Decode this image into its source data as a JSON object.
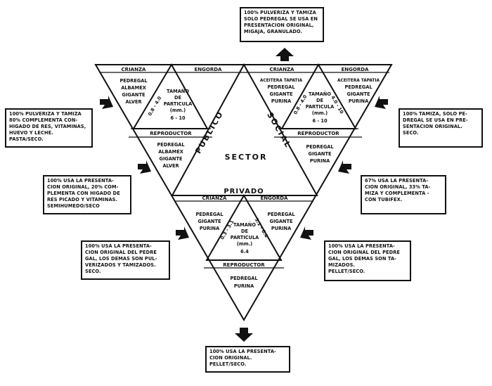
{
  "sectors": {
    "publico": "PUBLICO",
    "social": "SOCIAL",
    "sector": "SECTOR",
    "privado": "PRIVADO"
  },
  "left": {
    "crianza": "CRIANZA",
    "engorda": "ENGORDA",
    "reproductor": "REPRODUCTOR",
    "crianza_feed": [
      "PEDREGAL",
      "ALBAMEX",
      "GIGANTE",
      "ALVER"
    ],
    "center_angle": "0.8 - 4.0",
    "center_text": [
      "TAMAÑO",
      "DE",
      "PARTICULA",
      "(mm.)",
      "6 - 10"
    ],
    "repro_feed": [
      "PEDREGAL",
      "ALBAMEX",
      "GIGANTE",
      "ALVER"
    ]
  },
  "right": {
    "crianza": "CRIANZA",
    "engorda": "ENGORDA",
    "reproductor": "REPRODUCTOR",
    "crianza_feed": [
      "ACEITERA TAPATIA",
      "PEDREGAL",
      "GIGANTE",
      "PURINA"
    ],
    "engorda_feed": [
      "ACEITERA TAPATIA",
      "PEDREGAL",
      "GIGANTE",
      "PURINA"
    ],
    "center_angle_left": "0.8 - 4.0",
    "center_angle_right": "4.0 - 10",
    "center_text": [
      "TAMAÑO",
      "DE",
      "PARTICULA",
      "(mm.)",
      "6 - 10"
    ],
    "repro_feed": [
      "PEDREGAL",
      "GIGANTE",
      "PURINA"
    ]
  },
  "bottom": {
    "crianza": "CRIANZA",
    "engorda": "ENGORDA",
    "reproductor": "REPRODUCTOR",
    "crianza_feed": [
      "PEDREGAL",
      "GIGANTE",
      "PURINA"
    ],
    "engorda_feed": [
      "PEDREGAL",
      "GIGANTE",
      "PURINA"
    ],
    "center_angle_left": "0.3 - 3.1",
    "center_angle_right": "3.1 - 6.4",
    "center_text": [
      "TAMAÑO",
      "DE",
      "PARTICULA",
      "(mm.)",
      "6.4"
    ],
    "repro_feed": [
      "PEDREGAL",
      "PURINA"
    ]
  },
  "notes": {
    "top": "100% PULVERIZA Y TAMIZA\nSOLO PEDREGAL SE USA EN\nPRESENTACION ORIGINAL,\nMIGAJA, GRANULADO.",
    "left1": "100% PULVERIZA Y TAMIZA\n80% COMPLEMENTA CON-\nHIGADO DE RES, VITAMINAS,\nHUEVO Y LECHE.\nPASTA/SECO.",
    "left2": "100% USA LA PRESENTA-\nCION ORIGINAL, 20% COM-\nPLEMENTA CON HIGADO DE\nRES PICADO Y VITAMINAS.\nSEMIHUMEDO/SECO",
    "left3": "100% USA LA PRESENTA-\nCION ORIGINAL DEL PEDRE\nGAL, LOS DEMAS SON PUL-\nVERIZADOS Y TAMIZADOS.\nSECO.",
    "right1": "100% TAMIZA, SOLO PE-\nDREGAL SE USA EN PRE-\nSENTACION ORIGINAL.\nSECO.",
    "right2": "67% USA LA PRESENTA-\nCION ORIGINAL, 33% TA-\nMIZA Y COMPLEMENTA -\nCON TUBIFEX.",
    "right3": "100% USA LA PRESENTA-\nCION ORIGINAL DEL PEDRE\nGAL, LOS DEMAS SON TA-\nMIZADOS.\nPELLET/SECO.",
    "bottom": "100% USA LA PRESENTA-\nCION ORIGINAL.\nPELLET/SECO."
  },
  "colors": {
    "ink": "#111111",
    "paper": "#ffffff"
  },
  "icons": {
    "arrow": "filled-block-arrow-icon"
  }
}
